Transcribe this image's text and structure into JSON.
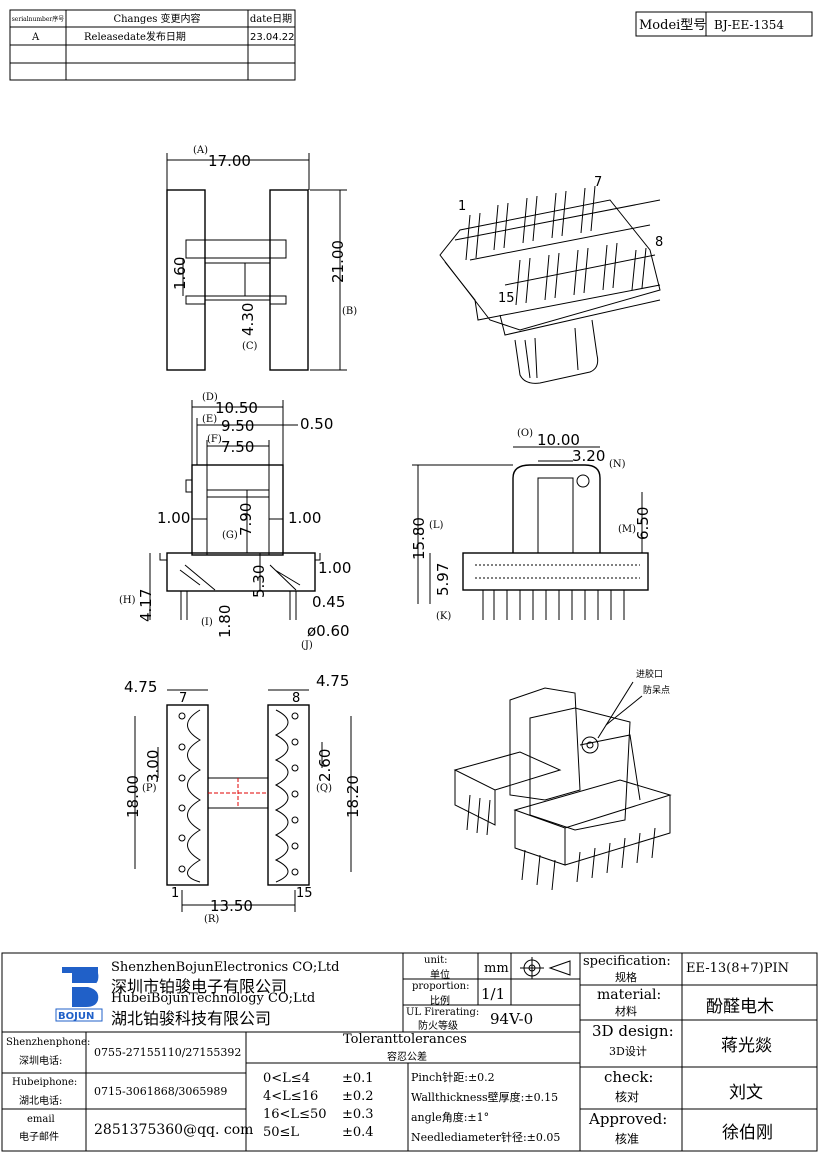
{
  "revision_table": {
    "headers": {
      "serial": "serialnumber序号",
      "changes": "Changes 变更内容",
      "date": "date日期"
    },
    "rows": [
      {
        "serial": "A",
        "changes": "Releasedate发布日期",
        "date": "23.04.22"
      }
    ]
  },
  "model": {
    "label": "Modei型号",
    "value": "BJ-EE-1354"
  },
  "dimensions": {
    "top_view": {
      "A_value": "17.00",
      "A_label": "(A)",
      "B_value": "21.00",
      "B_label": "(B)",
      "C_value": "4.30",
      "C_label": "(C)",
      "slot": "1.60"
    },
    "front_view": {
      "D_value": "10.50",
      "D_label": "(D)",
      "E_value": "9.50",
      "E_label": "(E)",
      "E_right": "0.50",
      "F_value": "7.50",
      "F_label": "(F)",
      "G_value": "7.90",
      "G_label": "(G)",
      "wall_left": "1.00",
      "wall_right": "1.00",
      "flange": "1.00",
      "H_value": "4.17",
      "H_label": "(H)",
      "I_value": "5.30",
      "I_label": "(I)",
      "pin_len": "1.80",
      "pin_gap": "0.45",
      "J_value": "ø0.60",
      "J_label": "(J)"
    },
    "side_view": {
      "O_value": "10.00",
      "O_label": "(O)",
      "N_value": "3.20",
      "N_label": "(N)",
      "L_value": "15.80",
      "L_label": "(L)",
      "M_value": "6.50",
      "M_label": "(M)",
      "K_value": "5.97",
      "K_label": "(K)"
    },
    "bottom_view": {
      "left_width": "4.75",
      "right_width": "4.75",
      "pin_7": "7",
      "pin_8": "8",
      "pin_1": "1",
      "pin_15": "15",
      "P_value": "18.00",
      "P_label": "(P)",
      "P_pitch": "3.00",
      "Q_value": "18.20",
      "Q_label": "(Q)",
      "Q_pitch": "2.60",
      "R_value": "13.50",
      "R_label": "(R)"
    },
    "iso_top": {
      "pin_1": "1",
      "pin_7": "7",
      "pin_8": "8",
      "pin_15": "15"
    },
    "iso_bottom": {
      "gate": "进胶口",
      "anti_mistake": "防呆点"
    }
  },
  "title_block": {
    "company_cn1": "ShenzhenBojunElectronics CO;Ltd",
    "company_cn1_zh": "深圳市铂骏电子有限公司",
    "company_cn2": "HubeiBojunTechnology CO;Ltd",
    "company_cn2_zh": "湖北铂骏科技有限公司",
    "logo_text": "BOJUN",
    "unit_label": "unit:",
    "unit_label_zh": "单位",
    "unit_value": "mm",
    "proportion_label": "proportion:",
    "proportion_label_zh": "比例",
    "proportion_value": "1/1",
    "fire_label": "UL Firerating:",
    "fire_label_zh": "防火等级",
    "fire_value": "94V-0",
    "spec_label": "specification:",
    "spec_label_zh": "规格",
    "spec_value": "EE-13(8+7)PIN",
    "material_label": "material:",
    "material_label_zh": "材料",
    "material_value": "酚醛电木",
    "design_label": "3D design:",
    "design_label_zh": "3D设计",
    "design_value": "蒋光燚",
    "check_label": "check:",
    "check_label_zh": "核对",
    "check_value": "刘文",
    "approved_label": "Approved:",
    "approved_label_zh": "核准",
    "approved_value": "徐伯刚",
    "contacts": [
      {
        "label": "Shenzhenphone:",
        "label_zh": "深圳电话:",
        "value": "0755-27155110/27155392"
      },
      {
        "label": "Hubeiphone:",
        "label_zh": "湖北电话:",
        "value": "0715-3061868/3065989"
      },
      {
        "label": "email",
        "label_zh": "电子邮件",
        "value": "2851375360@qq. com"
      }
    ],
    "tolerance_title": "Toleranttolerances",
    "tolerance_title_zh": "容忍公差",
    "tolerances": [
      {
        "range": "0<L≤4",
        "tol": "±0.1"
      },
      {
        "range": "4<L≤16",
        "tol": "±0.2"
      },
      {
        "range": "16<L≤50",
        "tol": "±0.3"
      },
      {
        "range": "50≤L",
        "tol": "±0.4"
      }
    ],
    "misc_tolerances": [
      "Pinch针距:±0.2",
      "Wallthickness壁厚度:±0.15",
      "angle角度:±1°",
      "Needlediameter针径:±0.05"
    ]
  }
}
